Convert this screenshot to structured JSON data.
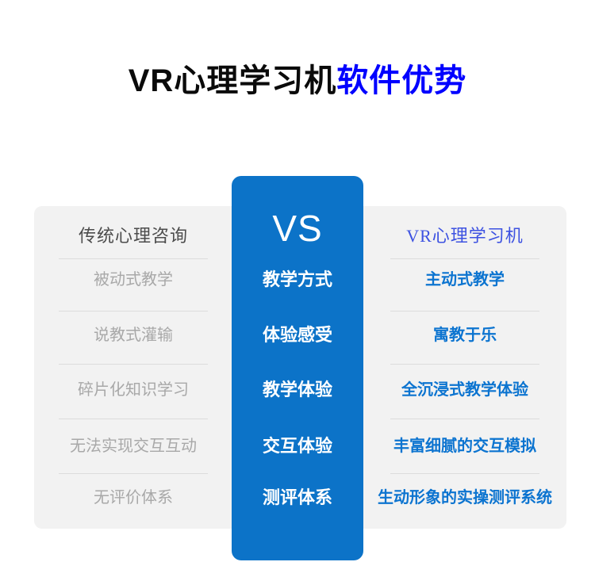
{
  "title": {
    "black": "VR心理学习机",
    "blue": "软件优势"
  },
  "vs_label": "VS",
  "left_column": {
    "header": "传统心理咨询",
    "rows": [
      "被动式教学",
      "说教式灌输",
      "碎片化知识学习",
      "无法实现交互互动",
      "无评价体系"
    ]
  },
  "middle_column": {
    "rows": [
      "教学方式",
      "体验感受",
      "教学体验",
      "交互体验",
      "测评体系"
    ]
  },
  "right_column": {
    "header": "VR心理学习机",
    "rows": [
      "主动式教学",
      "寓教于乐",
      "全沉浸式教学体验",
      "丰富细腻的交互模拟",
      "生动形象的实操测评系统"
    ]
  },
  "colors": {
    "title_black": "#0a0a0a",
    "title_blue": "#0000ff",
    "panel_bg": "#f2f2f2",
    "column_blue": "#0c73c8",
    "vs_text": "#ffffff",
    "divider": "#dcdcdc",
    "left_header": "#4c4c4c",
    "left_text": "#a8a8a8",
    "right_header": "#3d52e1",
    "right_text": "#0c74d0"
  }
}
